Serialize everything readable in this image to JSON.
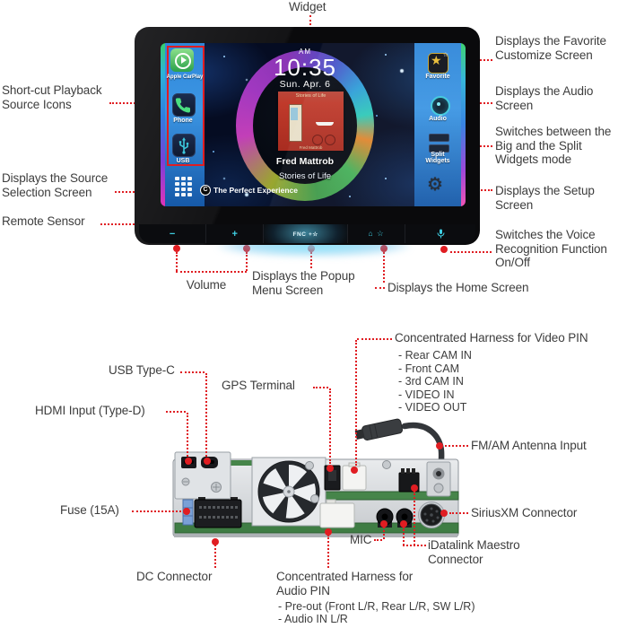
{
  "palette": {
    "red": "#e01d22",
    "label": "#3d3d3d",
    "teal": "#3fd0e4"
  },
  "annotations": {
    "widget": "Widget",
    "shortcut": "Short-cut Playback Source Icons",
    "source_selection": "Displays the Source Selection Screen",
    "remote_sensor": "Remote Sensor",
    "favorite": "Displays the Favorite Customize Screen",
    "audio": "Displays the Audio Screen",
    "split": "Switches between the Big and the Split Widgets mode",
    "setup": "Displays the Setup Screen",
    "voice": "Switches the Voice Recognition Function On/Off",
    "volume": "Volume",
    "popup": "Displays the Popup Menu Screen",
    "home": "Displays the Home Screen"
  },
  "screen": {
    "clock": {
      "ampm": "AM",
      "time": "10:35",
      "date": "Sun. Apr.  6"
    },
    "sidebar": {
      "carplay": "Apple CarPlay",
      "phone": "Phone",
      "usb": "USB"
    },
    "menu": {
      "favorite": "Favorite",
      "audio": "Audio",
      "split": "Split Widgets"
    },
    "now_playing": {
      "artist": "Fred Mattrob",
      "title": "Stories of Life"
    },
    "album": {
      "top": "Stories of Life",
      "bottom": "Fred Mattrob"
    },
    "tagline": "The Perfect Experience",
    "tagline_badge": "C",
    "favorite_star": "★",
    "favorite_spark": "☆",
    "gear_glyph": "⚙",
    "bezel": {
      "vol_down": "−",
      "vol_up": "+",
      "fnc": "FNC +☆",
      "home": "⌂ ☆"
    }
  },
  "rear": {
    "video_title": "Concentrated Harness for Video PIN",
    "video_items": [
      "-  Rear CAM IN",
      "-  Front CAM",
      "-  3rd CAM IN",
      "-  VIDEO IN",
      "-  VIDEO OUT"
    ],
    "usb_c": "USB Type-C",
    "gps": "GPS Terminal",
    "hdmi": "HDMI Input (Type-D)",
    "fm_am": "FM/AM Antenna Input",
    "fuse": "Fuse (15A)",
    "siriusxm": "SiriusXM Connector",
    "mic": "MIC",
    "idatalink": "iDatalink Maestro Connector",
    "dc": "DC Connector",
    "audio_title": "Concentrated Harness for Audio PIN",
    "audio_items": [
      "-  Pre-out (Front L/R, Rear L/R, SW L/R)",
      "-  Audio IN L/R"
    ]
  }
}
